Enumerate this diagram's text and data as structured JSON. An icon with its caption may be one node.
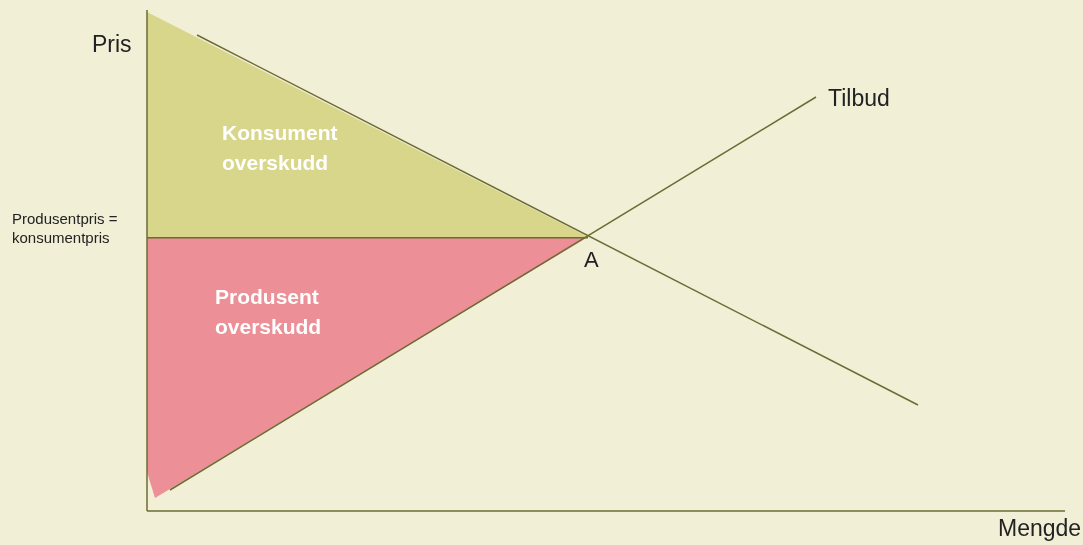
{
  "diagram": {
    "nodes": [
      {
        "text": [
          "Konsument overskudd"
        ]
      },
      {
        "text": [
          "Produsent overskudd"
        ]
      }
    ],
    "labels": [
      "Pris",
      "Tilbud",
      "Produsentpris = konsumentpris",
      "A",
      "Mengde"
    ]
  }
}
